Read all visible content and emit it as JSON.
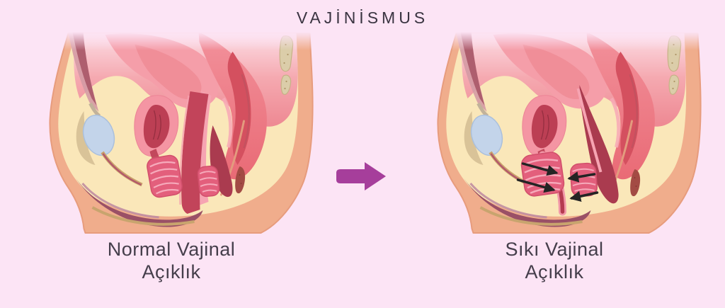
{
  "title": "VAJİNİSMUS",
  "figures": {
    "normal": {
      "label_line1": "Normal Vajinal",
      "label_line2": "Açıklık"
    },
    "tight": {
      "label_line1": "Sıkı Vajinal",
      "label_line2": "Açıklık"
    }
  },
  "icons": {
    "transition_arrow": "solid-right-arrow",
    "constriction_arrows": "black-inward-arrows"
  },
  "colors": {
    "background": "#fce4f5",
    "heading_text": "#3a3441",
    "label_text": "#453e4b",
    "transition_arrow": "#a63e9b",
    "skin": "#f0ad8c",
    "fat_tissue": "#fae7b9",
    "organ_wall_pink": "#f495a3",
    "canal_red": "#c2445a",
    "muscle_pink": "#e35f7c",
    "bladder_blue": "#c3d4ea",
    "bone_tan": "#dbcda9",
    "constriction_arrow_black": "#242424"
  }
}
